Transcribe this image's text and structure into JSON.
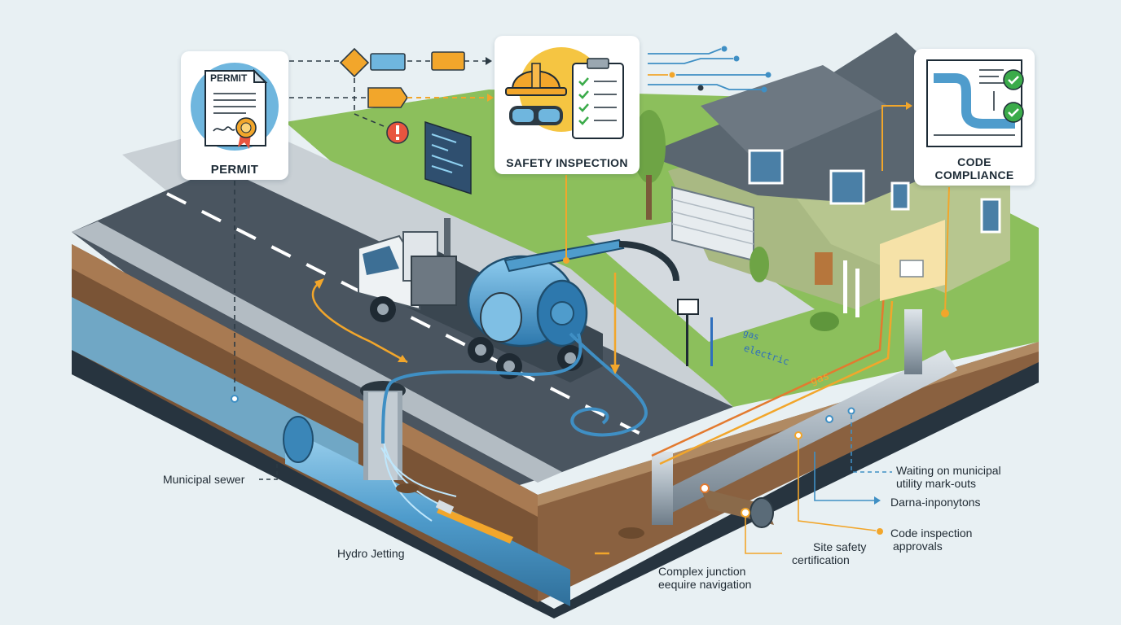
{
  "cards": {
    "permit": {
      "label": "PERMIT",
      "doc_title": "PERMIT"
    },
    "safety": {
      "label": "SAFETY INSPECTION"
    },
    "code": {
      "label_line1": "CODE",
      "label_line2": "COMPLIANCE"
    }
  },
  "annotations": {
    "municipal_sewer": "Municipal sewer",
    "hydro_jetting": "Hydro Jetting",
    "complex_junction": [
      "Complex junction",
      "eequire  navigation"
    ],
    "site_safety": [
      "Site safety",
      "certification"
    ],
    "code_inspection": [
      "Code inspection",
      "approvals"
    ],
    "darna": "Darna-inponytons",
    "waiting": [
      "Waiting on municipal",
      "utility mark-outs"
    ]
  },
  "utility_marks": {
    "gas_small": "gas",
    "electric": "electric",
    "gas": "gas"
  },
  "colors": {
    "accent_orange": "#f2a62b",
    "blue_line": "#3f8fc4",
    "pipe_blue": "#6fb6de",
    "road": "#4a5560",
    "grass": "#8cbf5c",
    "soil": "#7a5436"
  },
  "icons": [
    "permit-document-icon",
    "seal-icon",
    "hard-hat-icon",
    "goggles-icon",
    "checklist-icon",
    "pipe-diagram-icon",
    "checkmark-icon",
    "warning-icon",
    "code-screen-icon"
  ]
}
